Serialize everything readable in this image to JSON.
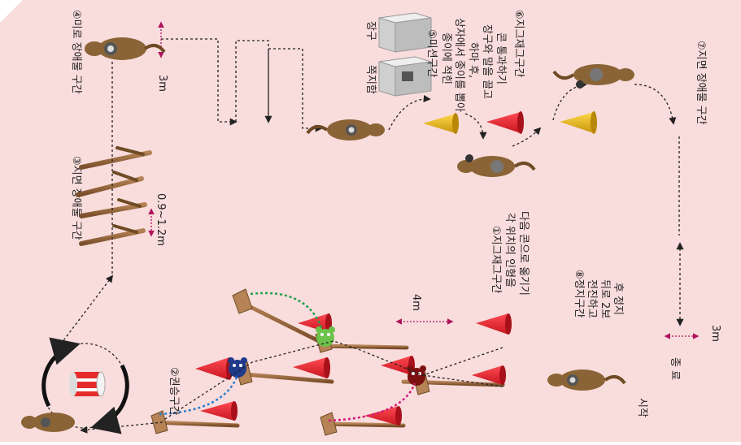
{
  "labels": {
    "zone1_title": "①지그재그구간",
    "zone1_desc_a": "각 위치의 인형을",
    "zone1_desc_b": "다음 콘으로 옮기기",
    "zone2": "②권승구간",
    "zone3": "③지면 장애물 구간",
    "zone3_height": "0.9~1.2m",
    "zone4": "④미로 장애물 구간",
    "zone4_width": "3m",
    "zone5_title": "⑤미션구간",
    "zone5_desc_a": "하마 후,",
    "zone5_desc_b": "상자에서 종이를 뽑아",
    "zone5_desc_c": "종이에 적힌",
    "zone5_desc_d": "장구와 말을 끌고",
    "zone5_desc_e": "콘 통과하기",
    "box_jangu": "장구",
    "box_jjokjiham": "쪽지함",
    "zone6": "⑥지그재그구간",
    "zone7": "⑦지면 장애물 구간",
    "zone8_title": "⑧정지구간",
    "zone8_desc_a": "전진하고",
    "zone8_desc_b": "뒤로 2보",
    "zone8_desc_c": "후 정지",
    "zone8_width": "3m",
    "finish": "종 료",
    "start": "시작",
    "cone_gap": "4m"
  },
  "colors": {
    "background": "#f9dcdc",
    "wood": "#9a6a3e",
    "cone_red": "#e8232e",
    "cone_yellow": "#e8b918",
    "horse": "#8a6436",
    "arrow_dark": "#222222",
    "path_green": "#1fa24a",
    "path_blue": "#2a7fd0",
    "path_pink": "#d6197a",
    "measure": "#b0125b"
  },
  "icons": [
    "horse-icon",
    "cone-icon",
    "doll-icon",
    "drum-icon",
    "box-icon"
  ]
}
